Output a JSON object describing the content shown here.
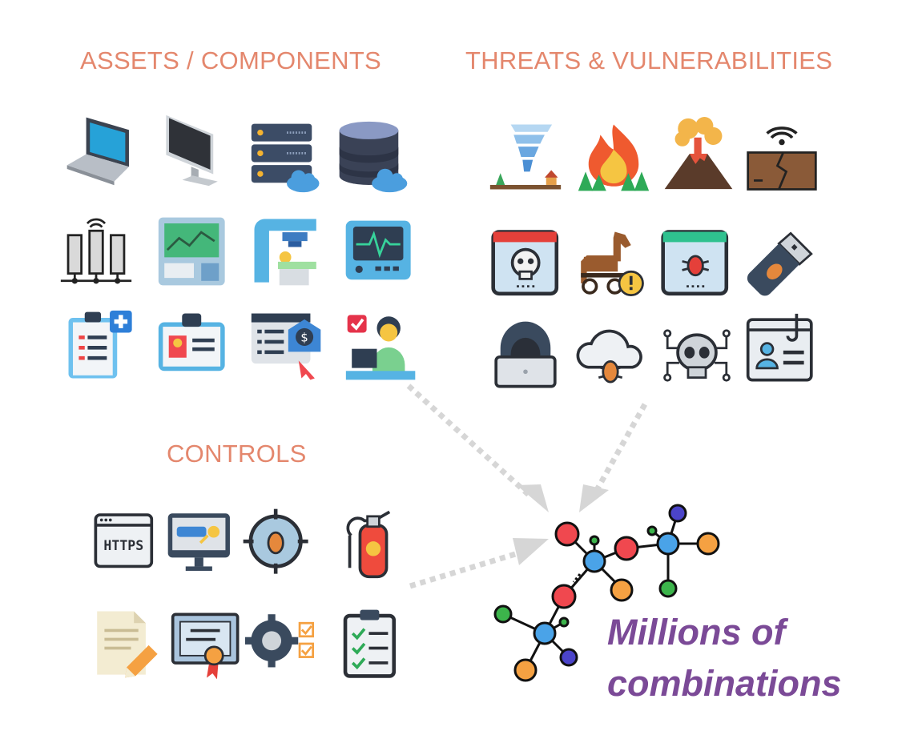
{
  "headings": {
    "assets": "ASSETS / COMPONENTS",
    "threats": "THREATS & VULNERABILITIES",
    "controls": "CONTROLS"
  },
  "caption": {
    "line1": "Millions of",
    "line2": "combinations"
  },
  "colors": {
    "heading": "#e4876d",
    "caption": "#7b4a97",
    "arrow": "#d6d6d6",
    "node_red": "#f0484f",
    "node_blue": "#4aa3e8",
    "node_orange": "#f5a142",
    "node_green": "#3cb44b",
    "node_indigo": "#4b44c9"
  },
  "icons": {
    "assets": [
      "laptop-icon",
      "monitor-icon",
      "server-cloud-icon",
      "database-cloud-icon",
      "network-servers-icon",
      "medical-display-icon",
      "xray-scanner-icon",
      "heart-monitor-icon",
      "medical-record-icon",
      "id-card-icon",
      "online-payment-icon",
      "receptionist-icon"
    ],
    "threats": [
      "tornado-icon",
      "wildfire-icon",
      "volcano-icon",
      "earthquake-icon",
      "skull-window-icon",
      "trojan-horse-icon",
      "bug-window-icon",
      "infected-usb-icon",
      "hacker-icon",
      "cloud-bug-icon",
      "skull-circuit-icon",
      "phishing-profile-icon"
    ],
    "controls": [
      "https-icon",
      "monitor-key-icon",
      "bug-target-icon",
      "fire-extinguisher-icon",
      "document-edit-icon",
      "certificate-icon",
      "gear-checklist-icon",
      "clipboard-check-icon"
    ]
  }
}
